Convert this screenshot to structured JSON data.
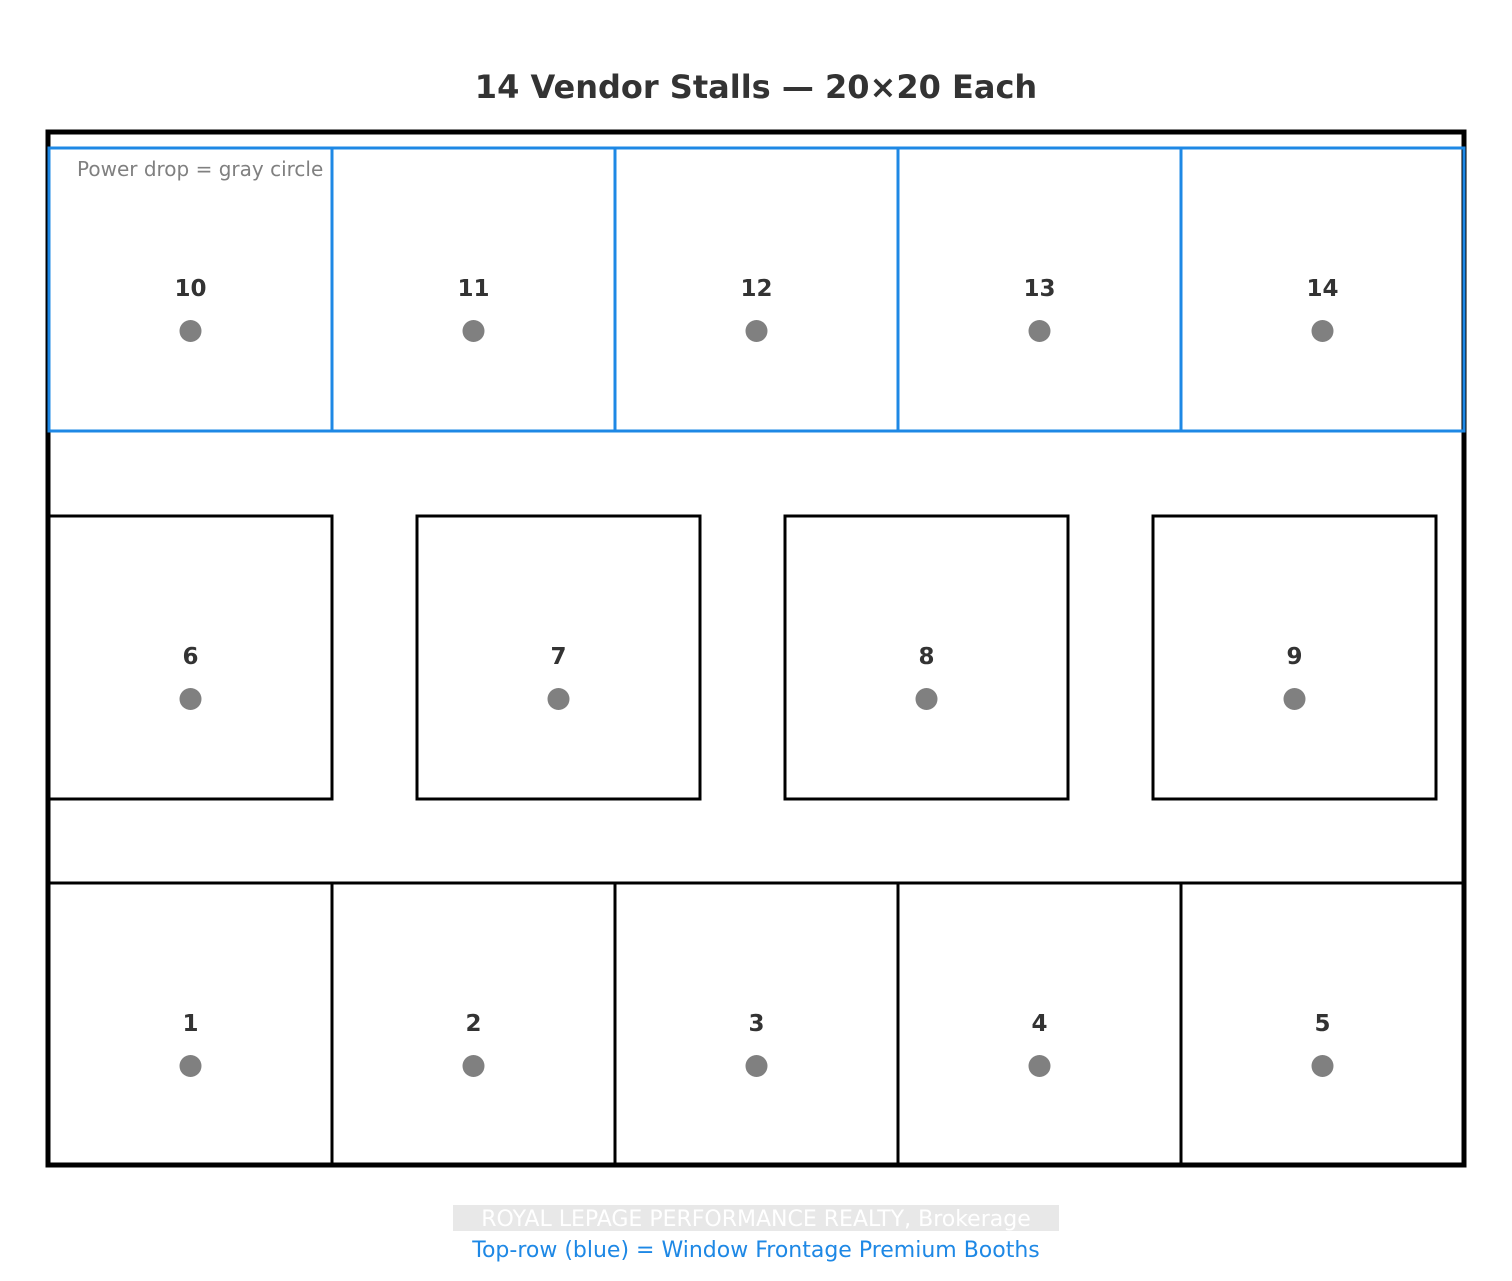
{
  "title": "14 Vendor Stalls — 20×20 Each",
  "legend_note": "Power drop = gray circle",
  "watermark": "ROYAL LEPAGE PERFORMANCE REALTY, Brokerage",
  "footnote": "Top-row (blue) = Window Frontage Premium Booths",
  "colors": {
    "premium_outline": "#1e88e5",
    "standard_outline": "#000000",
    "power_drop": "#808080",
    "title": "#333333",
    "note": "#808080",
    "footnote": "#1e88e5"
  },
  "rows": [
    {
      "row": "top",
      "premium": true,
      "stalls": [
        "10",
        "11",
        "12",
        "13",
        "14"
      ]
    },
    {
      "row": "middle",
      "premium": false,
      "stalls": [
        "6",
        "7",
        "8",
        "9"
      ]
    },
    {
      "row": "bottom",
      "premium": false,
      "stalls": [
        "1",
        "2",
        "3",
        "4",
        "5"
      ]
    }
  ],
  "icons": {
    "power_drop": "circle"
  }
}
